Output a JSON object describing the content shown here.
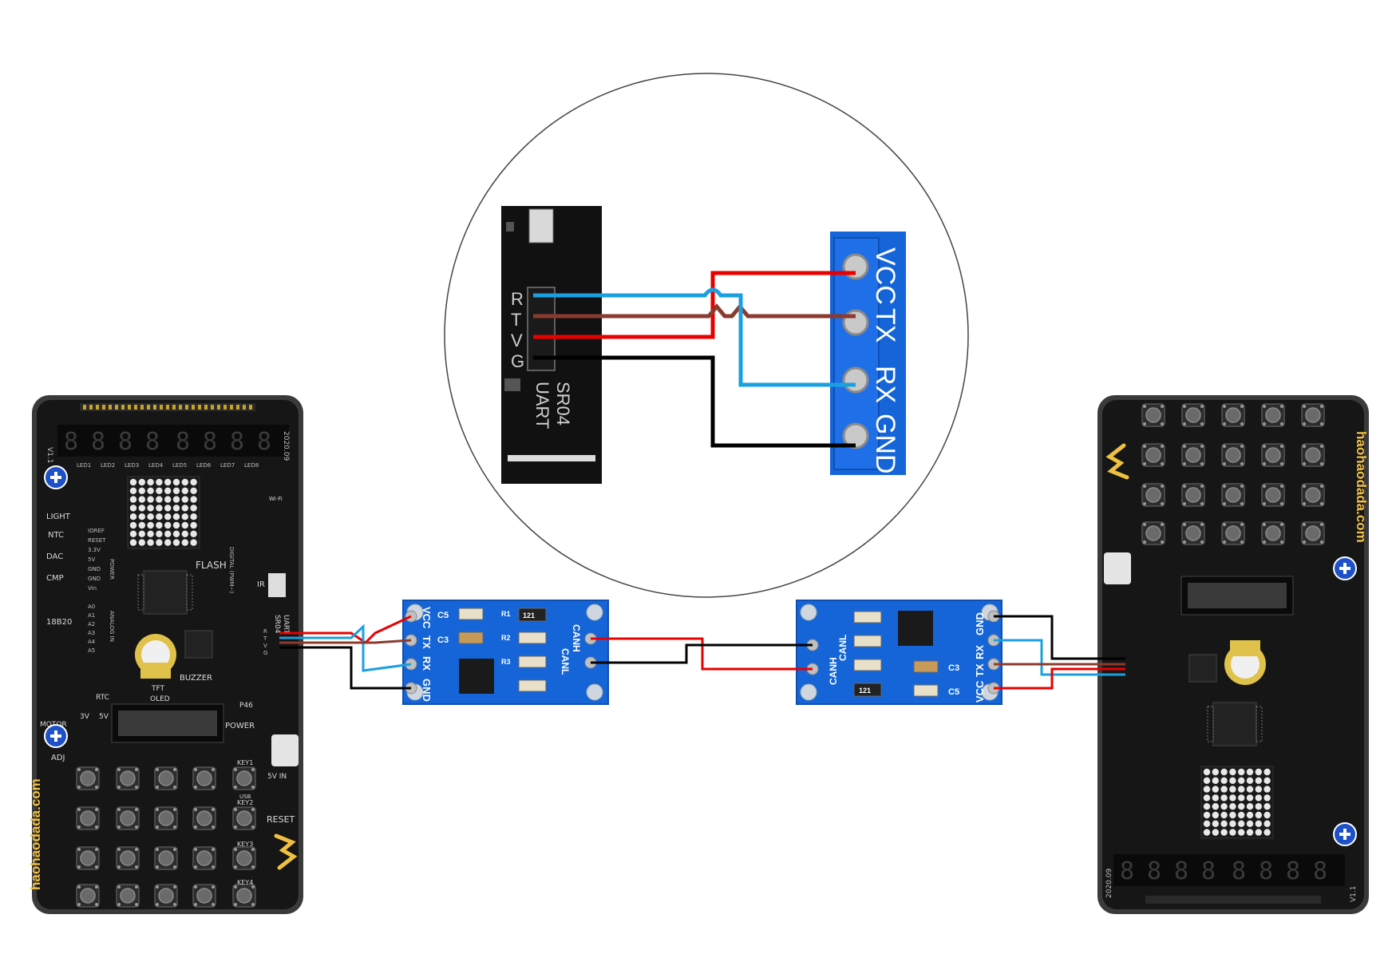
{
  "colors": {
    "pcb": "#161616",
    "pcb_edge": "#3a3a3a",
    "module_blue": "#1565d8",
    "wire_vcc": "#e80000",
    "wire_tx": "#8b3a2e",
    "wire_rx": "#1aa0e0",
    "wire_gnd": "#000000",
    "seg_off": "#2a2a2a",
    "brand": "#f0c040"
  },
  "left_board": {
    "url": "haohaodada.com",
    "version": "V1.1",
    "date": "2020.09",
    "labels": [
      "LIGHT",
      "NTC",
      "DAC",
      "CMP",
      "18B20",
      "MOTOR",
      "ADJ",
      "RTC",
      "OLED",
      "TFT",
      "BUZZER",
      "FLASH",
      "IR",
      "POWER",
      "KEY1",
      "KEY2",
      "KEY3",
      "KEY4",
      "RESET",
      "USB",
      "5V IN",
      "SR04",
      "UART",
      "Wi-Fi",
      "P46",
      "3V",
      "5V"
    ],
    "uart_pins": [
      "R",
      "T",
      "V",
      "G"
    ],
    "power_pins": [
      "IOREF",
      "RESET",
      "3.3V",
      "5V",
      "GND",
      "GND",
      "Vin"
    ],
    "analog_pins": [
      "A0",
      "A1",
      "A2",
      "A3",
      "A4",
      "A5"
    ],
    "section_labels": [
      "POWER",
      "ANALOG IN",
      "DIGITAL (PWM~)"
    ],
    "led_labels": [
      "LED1",
      "LED2",
      "LED3",
      "LED4",
      "LED5",
      "LED6",
      "LED7",
      "LED8"
    ]
  },
  "right_board": {
    "url": "haohaodada.com",
    "version": "V1.1",
    "date": "2020.09"
  },
  "can_module_left": {
    "pins_left": [
      "VCC",
      "TX",
      "RX",
      "GND"
    ],
    "pins_right": [
      "CANH",
      "CANL"
    ],
    "components": [
      "C5",
      "C3",
      "121"
    ],
    "resistors": [
      "R1",
      "R2",
      "R3"
    ]
  },
  "can_module_right": {
    "pins_left": [
      "CANH",
      "CANL"
    ],
    "pins_right": [
      "GND",
      "RX",
      "TX",
      "VCC"
    ],
    "components": [
      "C5",
      "C3",
      "121"
    ]
  },
  "zoom_inset": {
    "board_pins": [
      "R",
      "T",
      "V",
      "G"
    ],
    "board_labels": [
      "SR04",
      "UART"
    ],
    "module_pins": [
      "VCC",
      "TX",
      "RX",
      "GND"
    ]
  },
  "icons": [
    "potentiometer-icon",
    "brand-logo-icon"
  ]
}
